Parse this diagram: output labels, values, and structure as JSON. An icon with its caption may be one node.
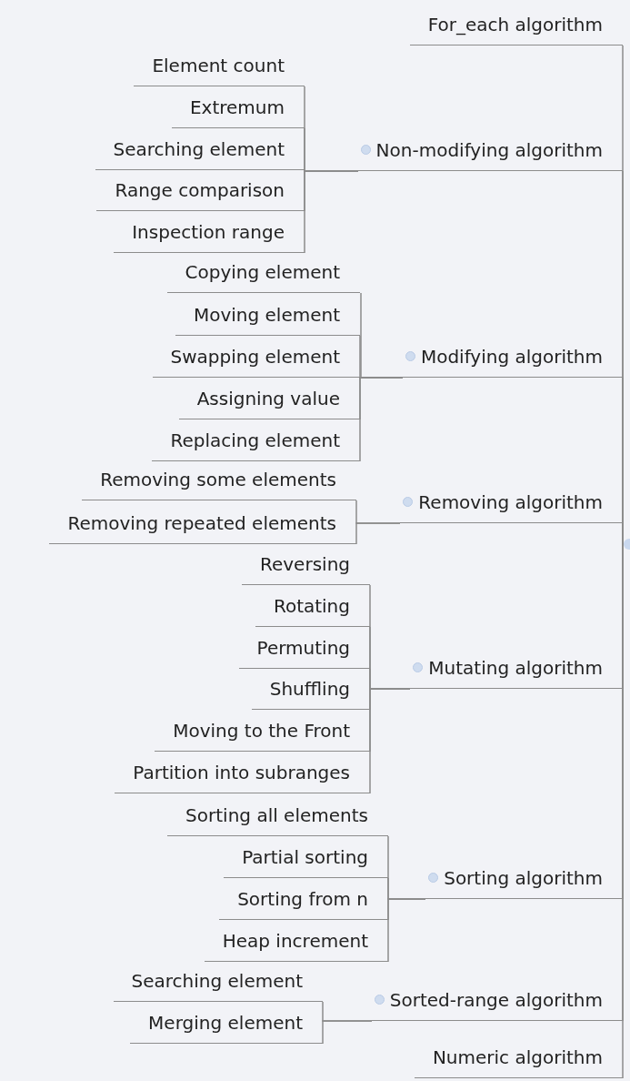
{
  "diagram": {
    "nodes": [
      {
        "text": [],
        "shape": "circle"
      },
      {
        "text": [
          "For_each algorithm"
        ]
      },
      {
        "text": [
          "Non-modifying algorithm"
        ]
      },
      {
        "text": [
          "Element count"
        ]
      },
      {
        "text": [
          "Extremum"
        ]
      },
      {
        "text": [
          "Searching element"
        ]
      },
      {
        "text": [
          "Range comparison"
        ]
      },
      {
        "text": [
          "Inspection range"
        ]
      },
      {
        "text": [
          "Modifying algorithm"
        ]
      },
      {
        "text": [
          "Copying element"
        ]
      },
      {
        "text": [
          "Moving element"
        ]
      },
      {
        "text": [
          "Swapping element"
        ]
      },
      {
        "text": [
          "Assigning value"
        ]
      },
      {
        "text": [
          "Replacing element"
        ]
      },
      {
        "text": [
          "Removing algorithm"
        ]
      },
      {
        "text": [
          "Removing some elements"
        ]
      },
      {
        "text": [
          "Removing repeated elements"
        ]
      },
      {
        "text": [
          "Mutating algorithm"
        ]
      },
      {
        "text": [
          "Reversing"
        ]
      },
      {
        "text": [
          "Rotating"
        ]
      },
      {
        "text": [
          "Permuting"
        ]
      },
      {
        "text": [
          "Shuffling"
        ]
      },
      {
        "text": [
          "Moving to the Front"
        ]
      },
      {
        "text": [
          "Partition into subranges"
        ]
      },
      {
        "text": [
          "Sorting algorithm"
        ]
      },
      {
        "text": [
          "Sorting all elements"
        ]
      },
      {
        "text": [
          "Partial sorting"
        ]
      },
      {
        "text": [
          "Sorting from n"
        ]
      },
      {
        "text": [
          "Heap increment"
        ]
      },
      {
        "text": [
          "Sorted-range algorithm"
        ]
      },
      {
        "text": [
          "Searching element"
        ]
      },
      {
        "text": [
          "Merging element"
        ]
      },
      {
        "text": [
          "Numeric algorithm"
        ]
      }
    ],
    "edges": [
      {
        "from": 0,
        "to": 1,
        "arrow": "none"
      },
      {
        "from": 0,
        "to": 2,
        "arrow": "none"
      },
      {
        "from": 2,
        "to": 3,
        "arrow": "none"
      },
      {
        "from": 2,
        "to": 4,
        "arrow": "none"
      },
      {
        "from": 2,
        "to": 5,
        "arrow": "none"
      },
      {
        "from": 2,
        "to": 6,
        "arrow": "none"
      },
      {
        "from": 2,
        "to": 7,
        "arrow": "none"
      },
      {
        "from": 0,
        "to": 8,
        "arrow": "none"
      },
      {
        "from": 8,
        "to": 9,
        "arrow": "none"
      },
      {
        "from": 8,
        "to": 10,
        "arrow": "none"
      },
      {
        "from": 8,
        "to": 11,
        "arrow": "none"
      },
      {
        "from": 8,
        "to": 12,
        "arrow": "none"
      },
      {
        "from": 8,
        "to": 13,
        "arrow": "none"
      },
      {
        "from": 0,
        "to": 14,
        "arrow": "none"
      },
      {
        "from": 14,
        "to": 15,
        "arrow": "none"
      },
      {
        "from": 14,
        "to": 16,
        "arrow": "none"
      },
      {
        "from": 0,
        "to": 17,
        "arrow": "none"
      },
      {
        "from": 17,
        "to": 18,
        "arrow": "none"
      },
      {
        "from": 17,
        "to": 19,
        "arrow": "none"
      },
      {
        "from": 17,
        "to": 20,
        "arrow": "none"
      },
      {
        "from": 17,
        "to": 21,
        "arrow": "none"
      },
      {
        "from": 17,
        "to": 22,
        "arrow": "none"
      },
      {
        "from": 17,
        "to": 23,
        "arrow": "none"
      },
      {
        "from": 0,
        "to": 24,
        "arrow": "none"
      },
      {
        "from": 24,
        "to": 25,
        "arrow": "none"
      },
      {
        "from": 24,
        "to": 26,
        "arrow": "none"
      },
      {
        "from": 24,
        "to": 27,
        "arrow": "none"
      },
      {
        "from": 24,
        "to": 28,
        "arrow": "none"
      },
      {
        "from": 0,
        "to": 29,
        "arrow": "none"
      },
      {
        "from": 29,
        "to": 30,
        "arrow": "none"
      },
      {
        "from": 29,
        "to": 31,
        "arrow": "none"
      },
      {
        "from": 0,
        "to": 32,
        "arrow": "none"
      }
    ]
  }
}
